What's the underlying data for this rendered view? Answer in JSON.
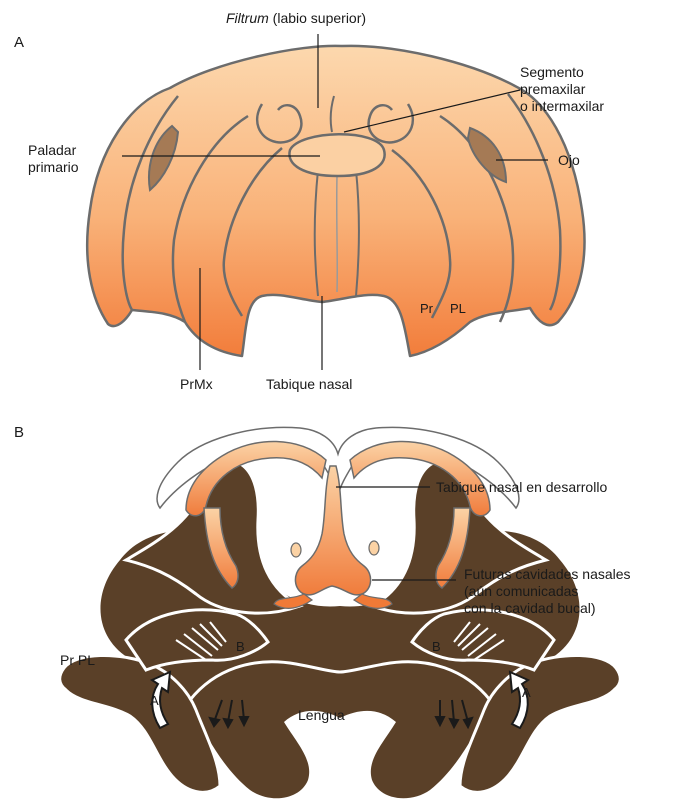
{
  "panel_a": {
    "letter": "A",
    "filtrum_italic": "Filtrum",
    "filtrum_rest": " (labio superior)",
    "premaxilar": "Segmento\npremaxilar\no intermaxilar",
    "paladar": "Paladar\nprimario",
    "ojo": "Ojo",
    "pr": "Pr",
    "pl": "PL",
    "prmx": "PrMx",
    "tabique": "Tabique nasal"
  },
  "panel_b": {
    "letter": "B",
    "tabique_desarrollo": "Tabique nasal en desarrollo",
    "futuras": "Futuras cavidades nasales\n(aún comunicadas\ncon la cavidad bucal)",
    "prpl": "Pr PL",
    "lengua": "Lengua",
    "arrow_a_left": "A",
    "arrow_a_right": "A",
    "arrow_b_left": "B",
    "arrow_b_right": "B"
  },
  "colors": {
    "orange_light": "#fbd2a4",
    "orange_dark": "#f07a37",
    "outline": "#6c6c6c",
    "brown": "#5a4028"
  }
}
